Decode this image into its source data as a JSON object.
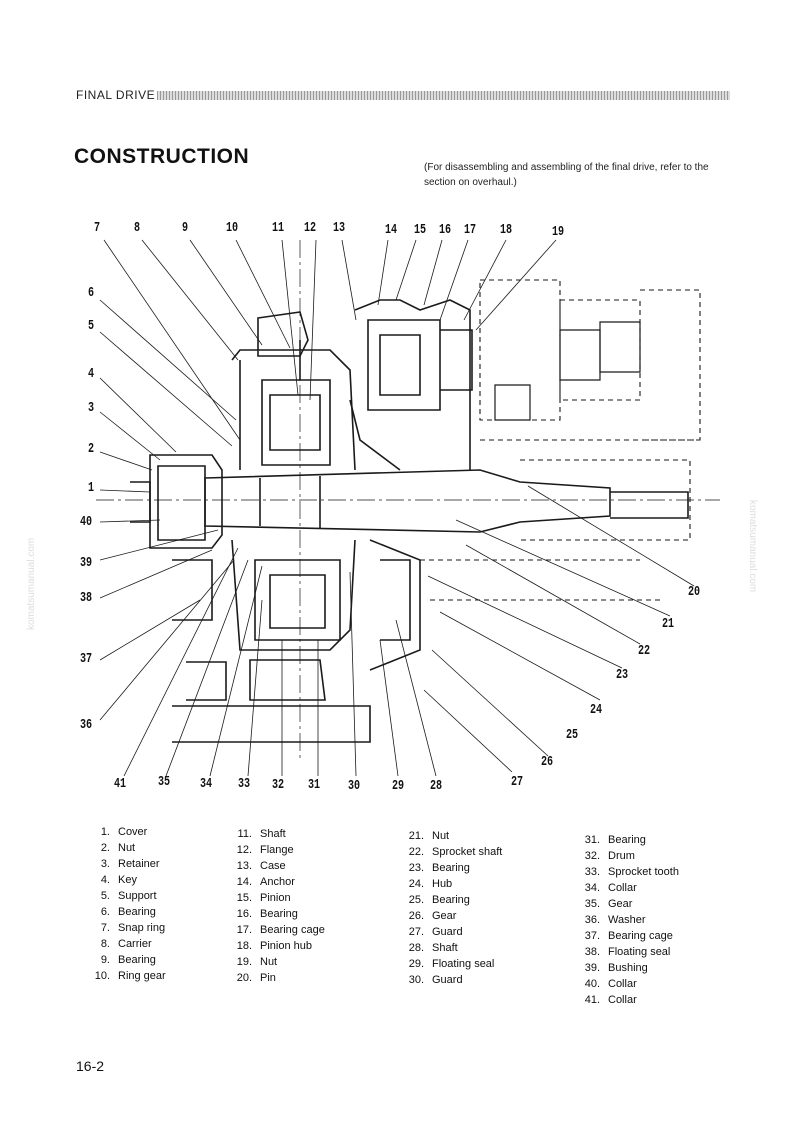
{
  "header": {
    "title": "FINAL DRIVE"
  },
  "title": "CONSTRUCTION",
  "note": "(For disassembling and assembling of the final drive, refer to the section on overhaul.)",
  "callouts": [
    {
      "n": "7"
    },
    {
      "n": "8"
    },
    {
      "n": "9"
    },
    {
      "n": "10"
    },
    {
      "n": "11"
    },
    {
      "n": "12"
    },
    {
      "n": "13"
    },
    {
      "n": "14"
    },
    {
      "n": "15"
    },
    {
      "n": "16"
    },
    {
      "n": "17"
    },
    {
      "n": "18"
    },
    {
      "n": "19"
    },
    {
      "n": "6"
    },
    {
      "n": "5"
    },
    {
      "n": "4"
    },
    {
      "n": "3"
    },
    {
      "n": "2"
    },
    {
      "n": "1"
    },
    {
      "n": "40"
    },
    {
      "n": "39"
    },
    {
      "n": "38"
    },
    {
      "n": "37"
    },
    {
      "n": "36"
    },
    {
      "n": "41"
    },
    {
      "n": "35"
    },
    {
      "n": "34"
    },
    {
      "n": "33"
    },
    {
      "n": "32"
    },
    {
      "n": "31"
    },
    {
      "n": "30"
    },
    {
      "n": "29"
    },
    {
      "n": "28"
    },
    {
      "n": "27"
    },
    {
      "n": "26"
    },
    {
      "n": "25"
    },
    {
      "n": "24"
    },
    {
      "n": "23"
    },
    {
      "n": "22"
    },
    {
      "n": "21"
    },
    {
      "n": "20"
    }
  ],
  "parts": {
    "col1": [
      {
        "num": "1.",
        "name": "Cover"
      },
      {
        "num": "2.",
        "name": "Nut"
      },
      {
        "num": "3.",
        "name": "Retainer"
      },
      {
        "num": "4.",
        "name": "Key"
      },
      {
        "num": "5.",
        "name": "Support"
      },
      {
        "num": "6.",
        "name": "Bearing"
      },
      {
        "num": "7.",
        "name": "Snap ring"
      },
      {
        "num": "8.",
        "name": "Carrier"
      },
      {
        "num": "9.",
        "name": "Bearing"
      },
      {
        "num": "10.",
        "name": "Ring gear"
      }
    ],
    "col2": [
      {
        "num": "11.",
        "name": "Shaft"
      },
      {
        "num": "12.",
        "name": "Flange"
      },
      {
        "num": "13.",
        "name": "Case"
      },
      {
        "num": "14.",
        "name": "Anchor"
      },
      {
        "num": "15.",
        "name": "Pinion"
      },
      {
        "num": "16.",
        "name": "Bearing"
      },
      {
        "num": "17.",
        "name": "Bearing cage"
      },
      {
        "num": "18.",
        "name": "Pinion hub"
      },
      {
        "num": "19.",
        "name": "Nut"
      },
      {
        "num": "20.",
        "name": "Pin"
      }
    ],
    "col3": [
      {
        "num": "21.",
        "name": "Nut"
      },
      {
        "num": "22.",
        "name": "Sprocket shaft"
      },
      {
        "num": "23.",
        "name": "Bearing"
      },
      {
        "num": "24.",
        "name": "Hub"
      },
      {
        "num": "25.",
        "name": "Bearing"
      },
      {
        "num": "26.",
        "name": "Gear"
      },
      {
        "num": "27.",
        "name": "Guard"
      },
      {
        "num": "28.",
        "name": "Shaft"
      },
      {
        "num": "29.",
        "name": "Floating seal"
      },
      {
        "num": "30.",
        "name": "Guard"
      }
    ],
    "col4": [
      {
        "num": "31.",
        "name": "Bearing"
      },
      {
        "num": "32.",
        "name": "Drum"
      },
      {
        "num": "33.",
        "name": "Sprocket tooth"
      },
      {
        "num": "34.",
        "name": "Collar"
      },
      {
        "num": "35.",
        "name": "Gear"
      },
      {
        "num": "36.",
        "name": "Washer"
      },
      {
        "num": "37.",
        "name": "Bearing cage"
      },
      {
        "num": "38.",
        "name": "Floating seal"
      },
      {
        "num": "39.",
        "name": "Bushing"
      },
      {
        "num": "40.",
        "name": "Collar"
      },
      {
        "num": "41.",
        "name": "Collar"
      }
    ]
  },
  "watermark": "komatsumanual.com",
  "page_number": "16-2"
}
